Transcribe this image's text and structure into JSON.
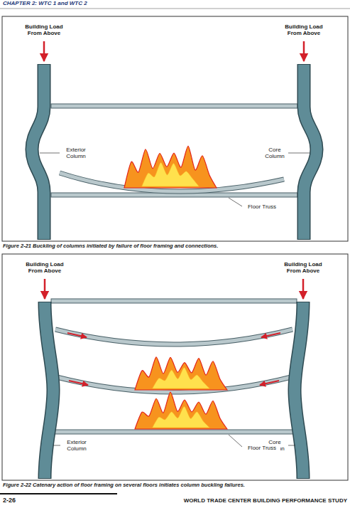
{
  "diagram": {
    "labels": [
      "CHAPTER 2: WTC 1 and WTC 2",
      "Building Load From Above",
      "Building Load From Above",
      "Exterior Column",
      "Core Column",
      "Floor Truss",
      "Figure 2-21 Buckling of columns initiated by failure of floor framing and connections.",
      "Building Load From Above",
      "Building Load From Above",
      "Exterior Column",
      "Core Column",
      "Floor Truss",
      "Figure 2-22 Catenary action of floor framing on several floors initiates column buckling failures.",
      "2-26",
      "WORLD TRADE CENTER BUILDING PERFORMANCE STUDY"
    ]
  }
}
